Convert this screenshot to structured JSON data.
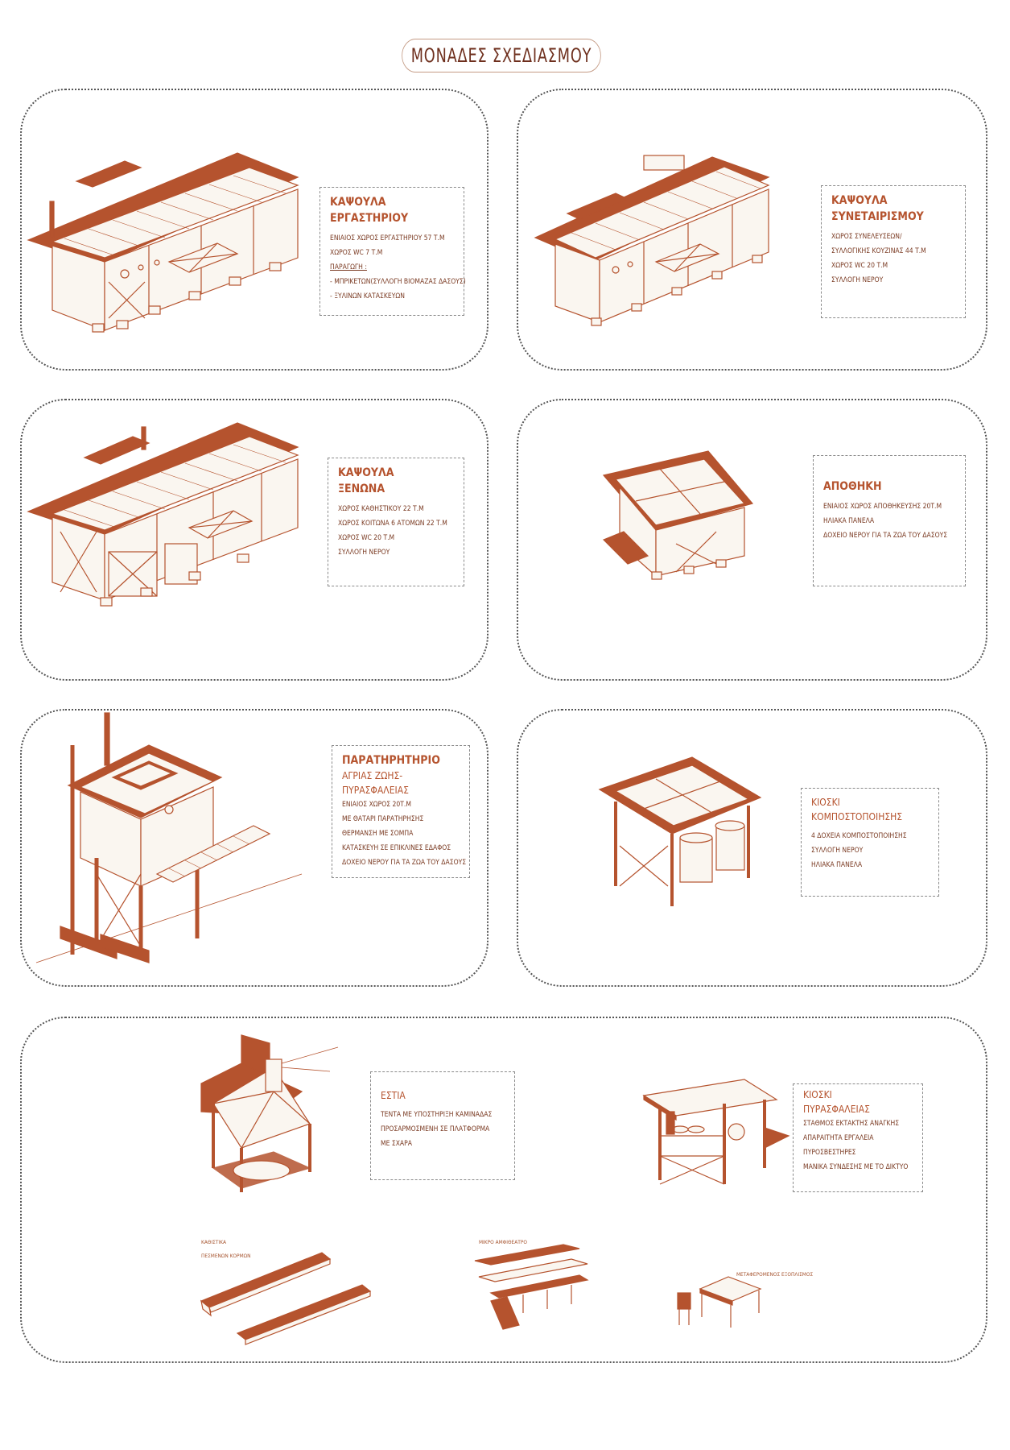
{
  "page_title": "ΜΟΝΑΔΕΣ ΣΧΕΔΙΑΣΜΟΥ",
  "colors": {
    "accent": "#b5532e",
    "dark_accent": "#6e2f1d",
    "line": "#8a8a8a",
    "fill": "#faf6f0"
  },
  "units": {
    "workshop": {
      "title": "ΚΑΨΟΥΛΑ",
      "subtitle": "ΕΡΓΑΣΤΗΡΙΟΥ",
      "lines": [
        "ΕΝΙΑΙΟΣ ΧΩΡΟΣ ΕΡΓΑΣΤΗΡΙΟΥ 57 Τ.Μ",
        "ΧΩΡΟΣ WC 7 Τ.Μ",
        "ΠΑΡΑΓΩΓΗ :",
        "- ΜΠΡΙΚΕΤΩΝ(ΣΥΛΛΟΓΗ ΒΙΟΜΑΖΑΣ ΔΑΣΟΥΣ)",
        "- ΞΥΛΙΝΩΝ ΚΑΤΑΣΚΕΥΩΝ"
      ]
    },
    "cooperative": {
      "title": "ΚΑΨΟΥΛΑ",
      "subtitle": "ΣΥΝΕΤΑΙΡΙΣΜΟΥ",
      "lines": [
        "ΧΩΡΟΣ ΣΥΝΕΛΕΥΣΕΩΝ/",
        "ΣΥΛΛΟΓΙΚΗΣ ΚΟΥΖΙΝΑΣ 44 Τ.Μ",
        "ΧΩΡΟΣ WC 20 Τ.Μ",
        "ΣΥΛΛΟΓΗ ΝΕΡΟΥ"
      ]
    },
    "guests": {
      "title": "ΚΑΨΟΥΛΑ",
      "subtitle": "ΞΕΝΩΝΑ",
      "lines": [
        "ΧΩΡΟΣ ΚΑΘΗΣΤΙΚΟΥ 22 Τ.Μ",
        "ΧΩΡΟΣ ΚΟΙΤΩΝΑ 6 ΑΤΟΜΩΝ 22 Τ.Μ",
        "ΧΩΡΟΣ WC 20 Τ.Μ",
        "ΣΥΛΛΟΓΗ ΝΕΡΟΥ"
      ]
    },
    "storage": {
      "title": "ΑΠΟΘΗΚΗ",
      "lines": [
        "ΕΝΙΑΙΟΣ ΧΩΡΟΣ ΑΠΟΘΗΚΕΥΣΗΣ 20Τ.Μ",
        "ΗΛΙΑΚΑ ΠΑΝΕΛΑ",
        "ΔΟΧΕΙΟ ΝΕΡΟΥ ΓΙΑ ΤΑ ΖΩΑ ΤΟΥ ΔΑΣΟΥΣ"
      ]
    },
    "observatory": {
      "title": "ΠΑΡΑΤΗΡΗΤΗΡΙΟ",
      "subtitle": "ΑΓΡΙΑΣ ΖΩΗΣ- ΠΥΡΑΣΦΑΛΕΙΑΣ",
      "lines": [
        "ΕΝΙΑΙΟΣ ΧΩΡΟΣ  20Τ.Μ",
        "ΜΕ ΘΑΤΑΡΙ ΠΑΡΑΤΗΡΗΣΗΣ",
        "ΘΕΡΜΑΝΣΗ ΜΕ ΣΟΜΠΑ",
        "ΚΑΤΑΣΚΕΥΗ ΣΕ ΕΠΙΚΛΙΝΕΣ ΕΔΑΦΟΣ",
        "ΔΟΧΕΙΟ ΝΕΡΟΥ ΓΙΑ ΤΑ ΖΩΑ ΤΟΥ ΔΑΣΟΥΣ"
      ]
    },
    "compost": {
      "title": "ΚΙΟΣΚΙ",
      "subtitle": "ΚΟΜΠΟΣΤΟΠΟΙΗΣΗΣ",
      "lines": [
        "4 ΔΟΧΕΙΑ ΚΟΜΠΟΣΤΟΠΟΙΗΣΗΣ",
        "ΣΥΛΛΟΓΗ ΝΕΡΟΥ",
        "ΗΛΙΑΚΑ ΠΑΝΕΛΑ"
      ]
    },
    "hearth": {
      "title": "ΕΣΤΙΑ",
      "lines": [
        "ΤΕΝΤΑ ΜΕ ΥΠΟΣΤΗΡΙΞΗ ΚΑΜΙΝΑΔΑΣ",
        "ΠΡΟΣΑΡΜΟΣΜΕΝΗ ΣΕ ΠΛΑΤΦΟΡΜΑ",
        "ΜΕ ΣΧΑΡΑ"
      ]
    },
    "fire_kiosk": {
      "title": "ΚΙΟΣΚΙ",
      "subtitle": "ΠΥΡΑΣΦΑΛΕΙΑΣ",
      "lines": [
        "ΣΤΑΘΜΟΣ ΕΚΤΑΚΤΗΣ ΑΝΑΓΚΗΣ",
        "ΑΠΑΡΑΙΤΗΤΑ ΕΡΓΑΛΕΙΑ",
        "ΠΥΡΟΣΒΕΣΤΗΡΕΣ",
        "ΜΑΝΙΚΑ ΣΥΝΔΕΣΗΣ ΜΕ ΤΟ ΔΙΚΤΥΟ"
      ]
    }
  },
  "furniture": {
    "seats": {
      "label1": "ΚΑΘΙΣΤΙΚΑ",
      "label2": "ΠΕΣΜΕΝΩΝ ΚΟΡΜΩΝ"
    },
    "amphitheatre": {
      "label": "ΜΙΚΡΟ ΑΜΦΙΘΕΑΤΡΟ"
    },
    "equipment": {
      "label": "ΜΕΤΑΦΕΡΟΜΕΝΟΣ ΕΞΟΠΛΙΣΜΟΣ"
    }
  }
}
